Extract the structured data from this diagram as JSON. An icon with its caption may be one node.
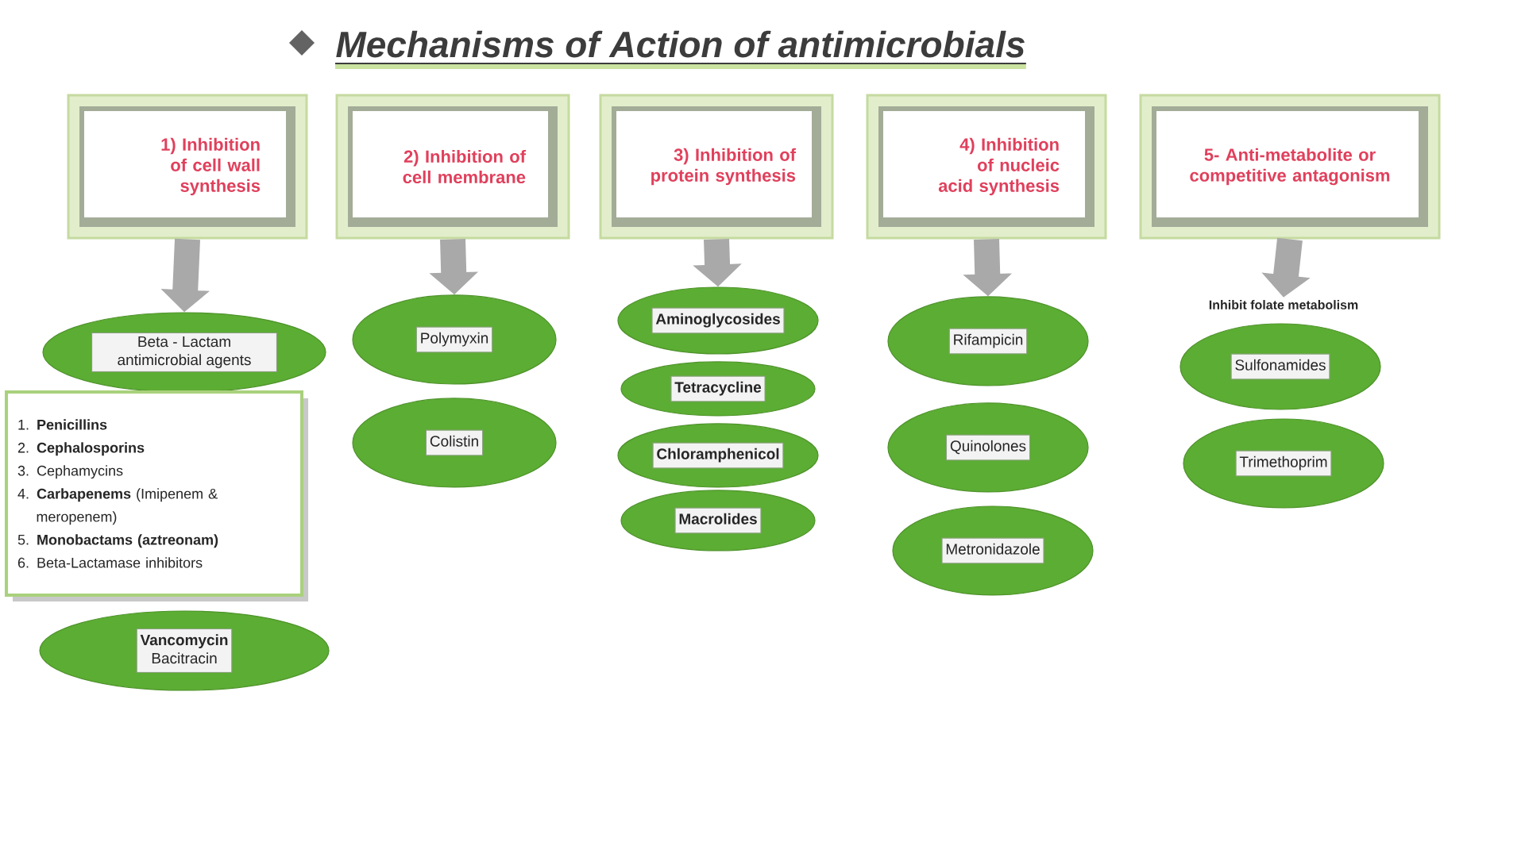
{
  "diagram": {
    "title": "Mechanisms of Action of antimicrobials",
    "nodes": [
      {
        "text": [
          "1) Inhibition of cell wall synthesis"
        ]
      },
      {
        "text": [
          "2) Inhibition of cell membrane"
        ]
      },
      {
        "text": [
          "3) Inhibition of protein synthesis"
        ]
      },
      {
        "text": [
          "4) Inhibition of nucleic acid synthesis"
        ]
      },
      {
        "text": [
          "5- Anti-metabolite or competitive antagonism"
        ]
      },
      {
        "text": [
          "Beta - Lactam antimicrobial agents"
        ]
      },
      {
        "text": [
          "1. **Penicillins**",
          "2. **Cephalosporins**",
          "3. Cephamycins",
          "4. **Carbapenems** (Imipenem & meropenem)",
          "5. **Monobactams (aztreonam)**",
          "6. Beta-Lactamase inhibitors"
        ]
      },
      {
        "text": [
          "Vancomycin",
          "Bacitracin"
        ]
      },
      {
        "text": [
          "Polymyxin"
        ]
      },
      {
        "text": [
          "Colistin"
        ]
      },
      {
        "text": [
          "Aminoglycosides"
        ]
      },
      {
        "text": [
          "Tetracycline"
        ]
      },
      {
        "text": [
          "Chloramphenicol"
        ]
      },
      {
        "text": [
          "Macrolides"
        ]
      },
      {
        "text": [
          "Rifampicin"
        ]
      },
      {
        "text": [
          "Quinolones"
        ]
      },
      {
        "text": [
          "Metronidazole"
        ]
      },
      {
        "text": [
          "Inhibit folate metabolism"
        ]
      },
      {
        "text": [
          "Sulfonamides"
        ]
      },
      {
        "text": [
          "Trimethoprim"
        ]
      }
    ],
    "edges": [
      {
        "from": 0,
        "to": 5,
        "arrow": "to"
      },
      {
        "from": 1,
        "to": 8,
        "arrow": "to"
      },
      {
        "from": 2,
        "to": 10,
        "arrow": "to"
      },
      {
        "from": 3,
        "to": 14,
        "arrow": "to"
      },
      {
        "from": 4,
        "to": 17,
        "arrow": "to"
      }
    ]
  }
}
